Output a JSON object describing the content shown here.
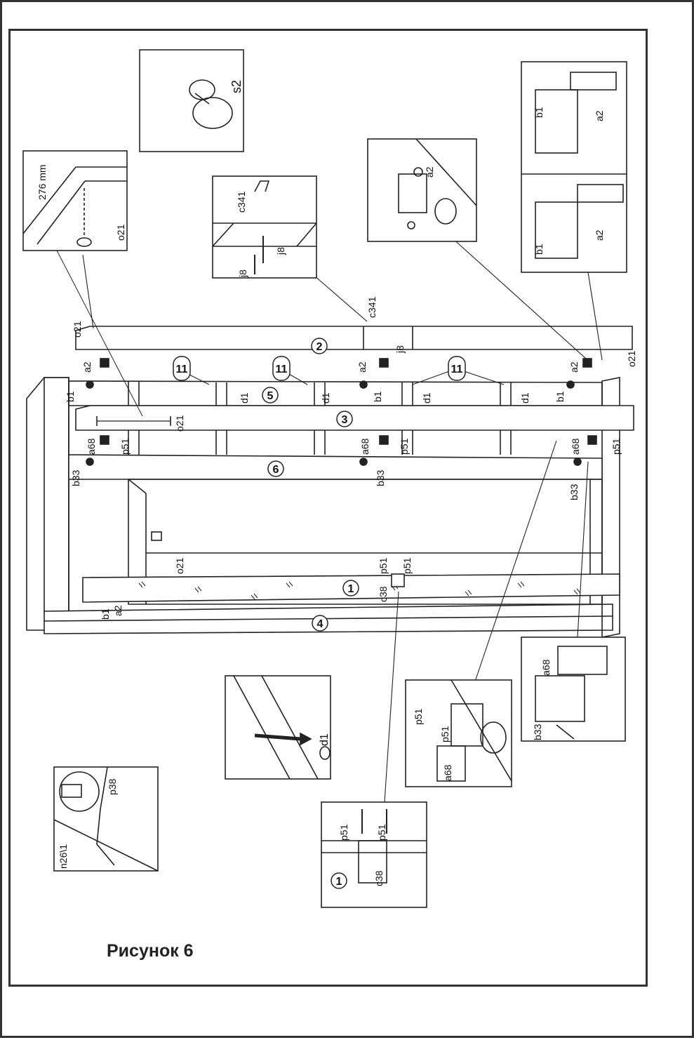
{
  "caption": "Рисунок 6",
  "parts": {
    "p1": "1",
    "p2": "2",
    "p3": "3",
    "p4": "4",
    "p5": "5",
    "p6": "6",
    "p11": "11"
  },
  "labels": {
    "o21": "o21",
    "a2": "a2",
    "b1": "b1",
    "a68": "a68",
    "p51": "p51",
    "b33": "b33",
    "d1": "d1",
    "c38": "c38",
    "c341": "c341",
    "j8": "j8",
    "s2": "s2",
    "p38": "p38",
    "n26": "n26\\1",
    "dim": "276 mm"
  }
}
